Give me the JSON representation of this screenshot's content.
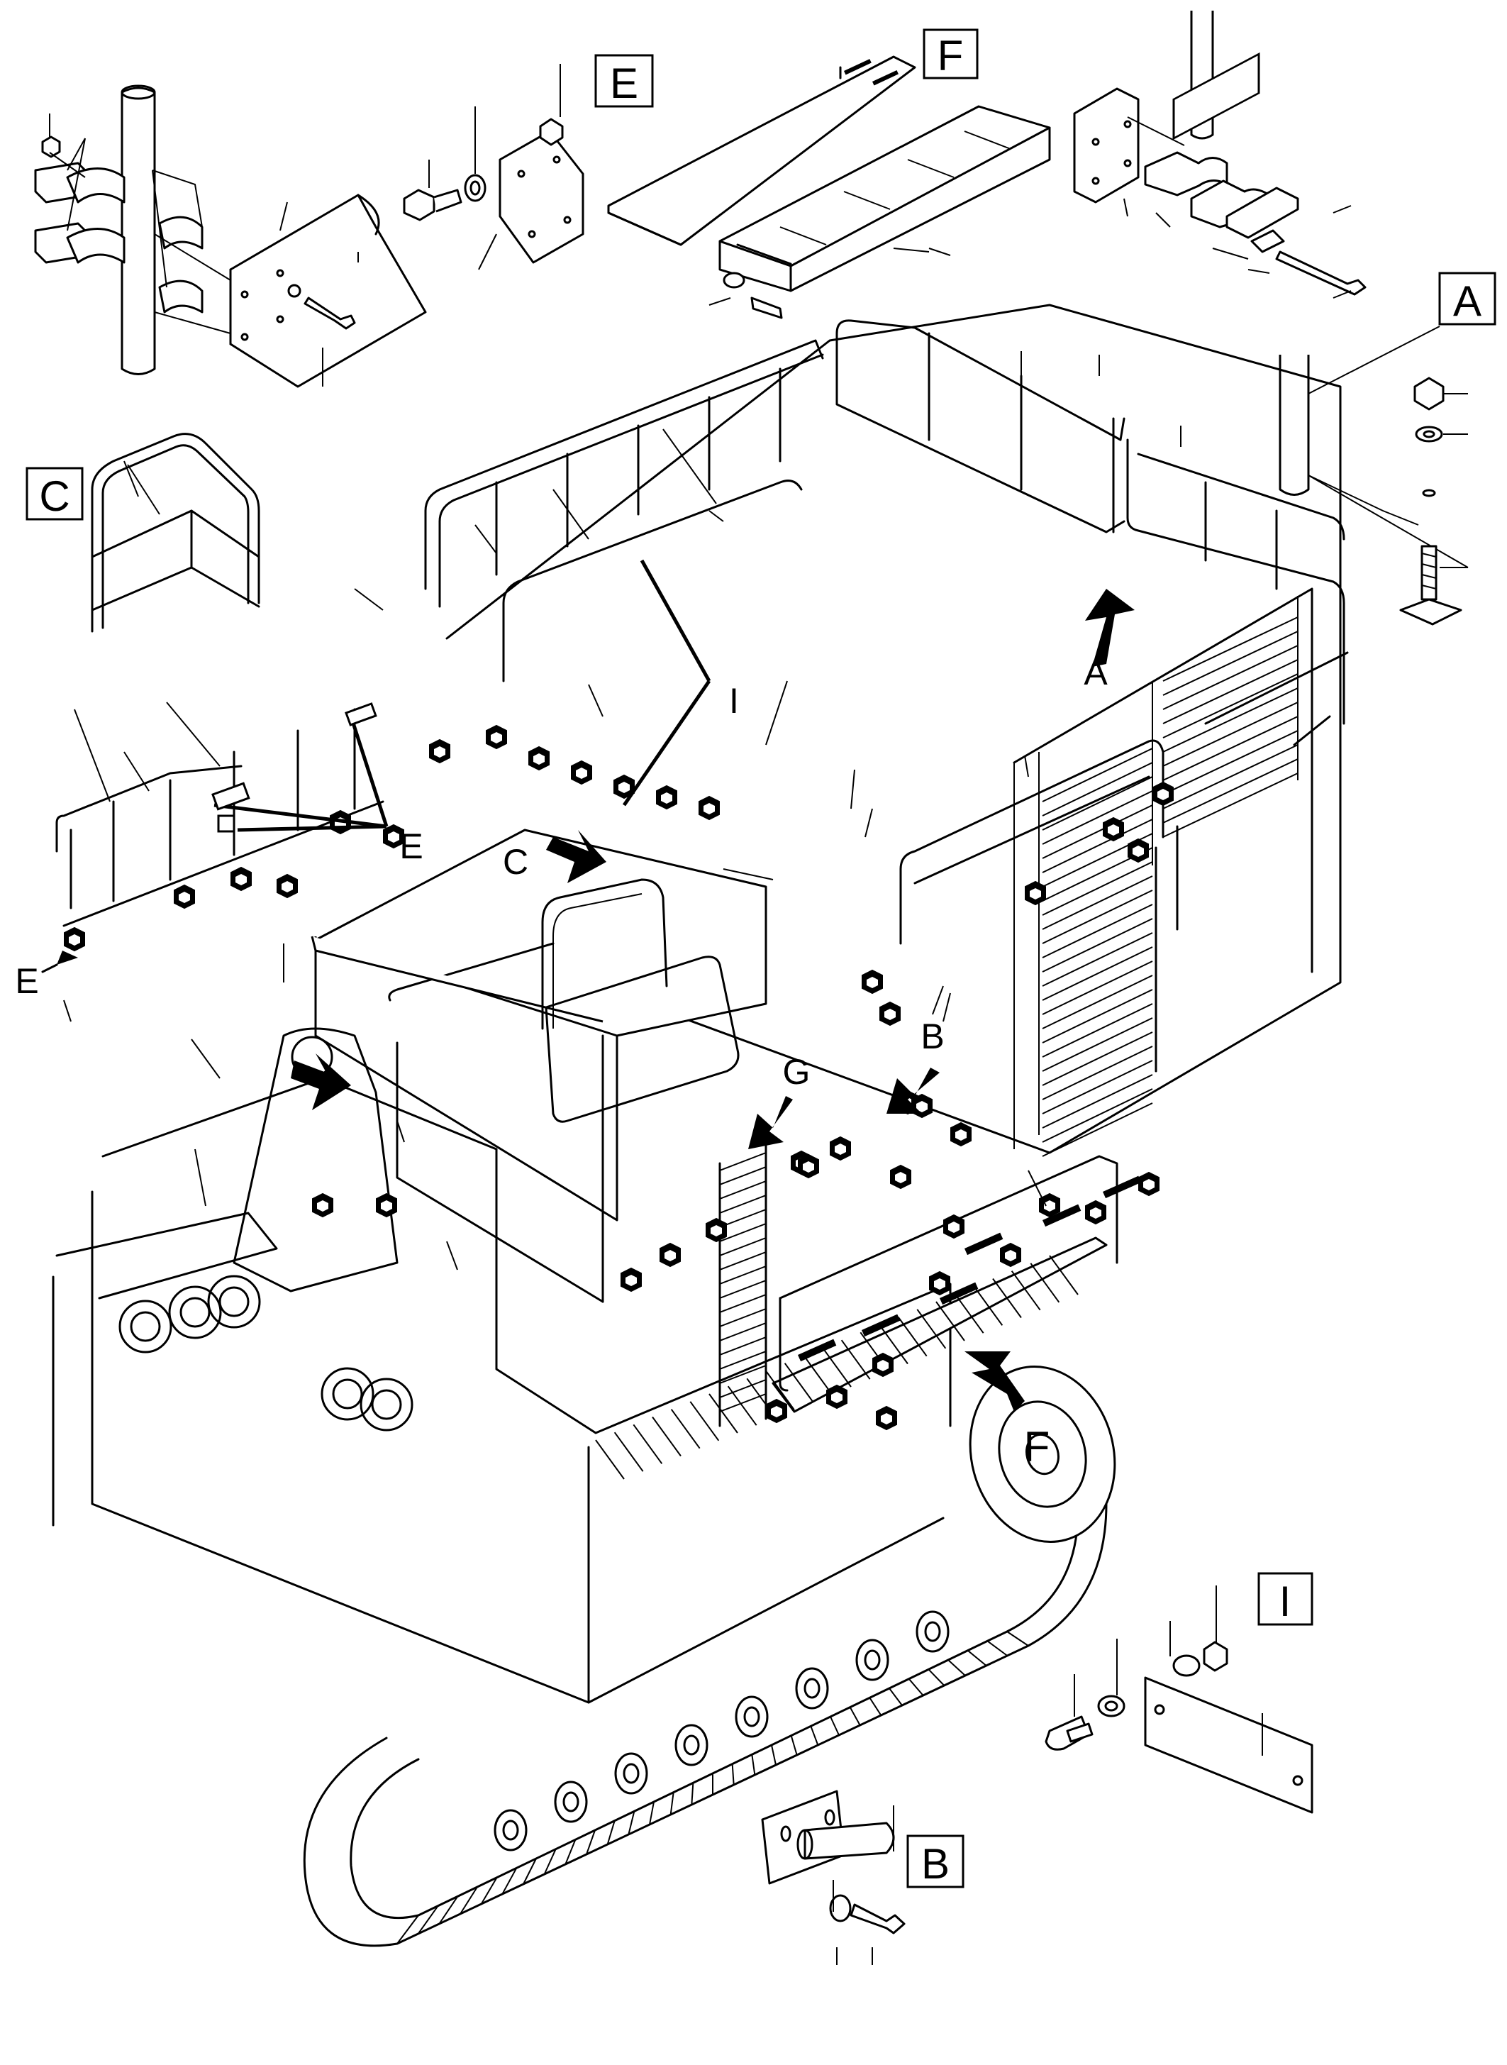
{
  "diagram": {
    "callouts": [
      {
        "id": "E",
        "label": "E"
      },
      {
        "id": "F",
        "label": "F"
      },
      {
        "id": "A",
        "label": "A"
      },
      {
        "id": "C",
        "label": "C"
      },
      {
        "id": "I",
        "label": "I"
      },
      {
        "id": "B",
        "label": "B"
      }
    ],
    "markers": {
      "A": "A",
      "C": "C",
      "I": "I",
      "E1": "E",
      "E2": "E",
      "G": "G",
      "B": "B",
      "F": "F"
    },
    "colors": {
      "line": "#000000",
      "background": "#ffffff"
    }
  }
}
